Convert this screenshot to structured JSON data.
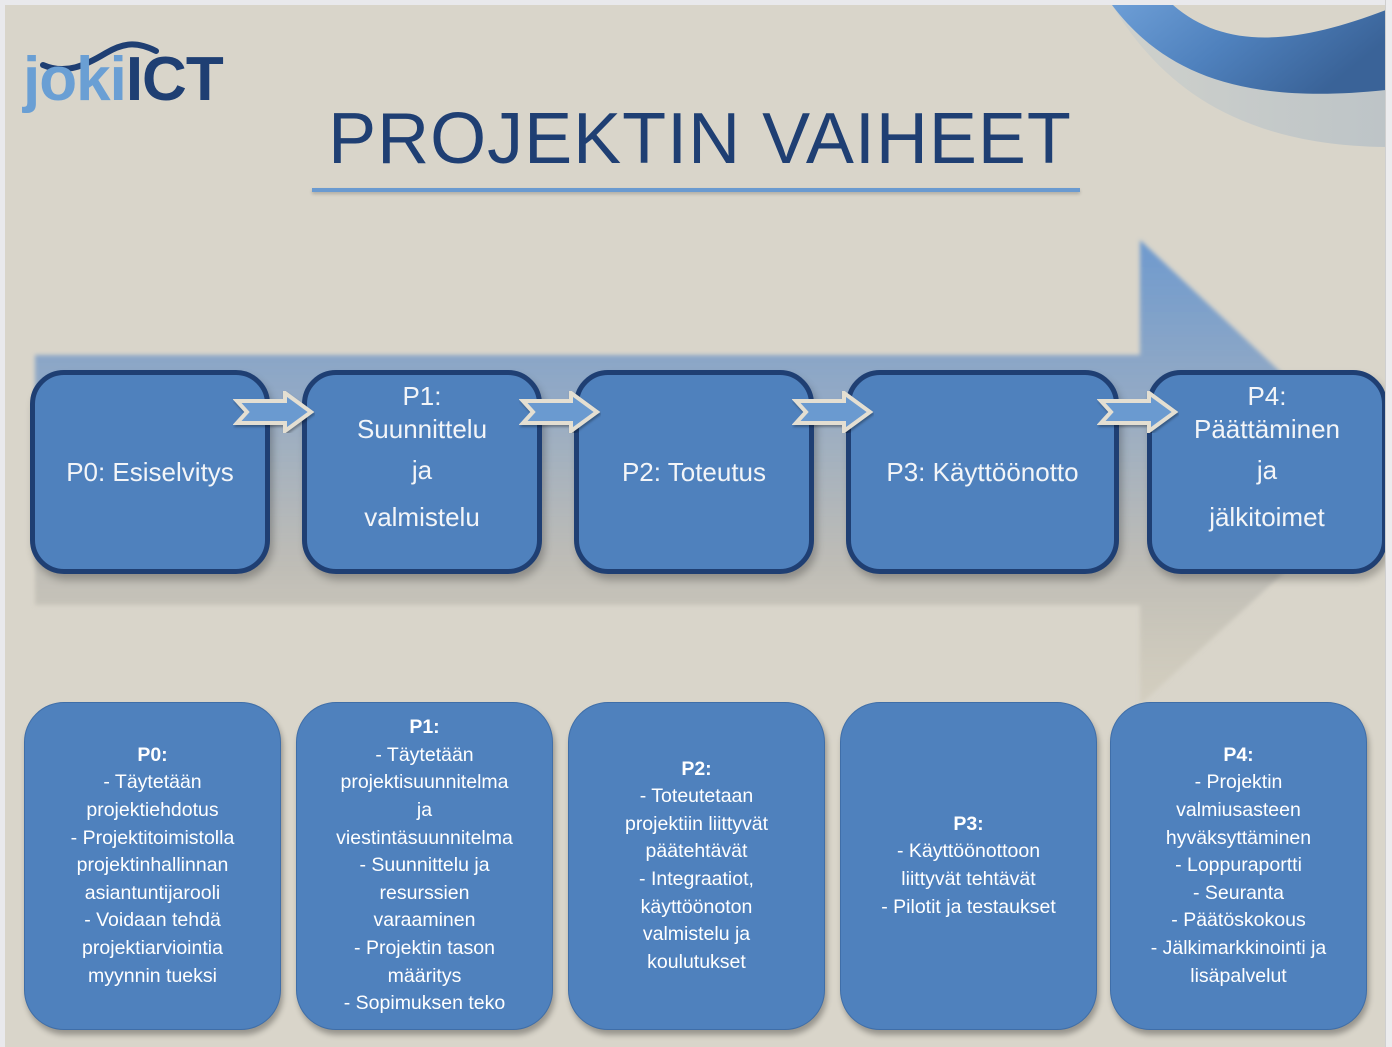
{
  "logo": {
    "part1": "joki",
    "part2": "ICT"
  },
  "title": "PROJEKTIN VAIHEET",
  "colors": {
    "background": "#d9d5ca",
    "navy": "#1f3f73",
    "box_fill": "#4f81bd",
    "accent_light": "#6a9fd4"
  },
  "phases": [
    {
      "id": "P0",
      "lines": [
        "P0: Esiselvitys"
      ]
    },
    {
      "id": "P1",
      "lines": [
        "P1:",
        "Suunnittelu",
        "ja",
        "valmistelu"
      ]
    },
    {
      "id": "P2",
      "lines": [
        "P2: Toteutus"
      ]
    },
    {
      "id": "P3",
      "lines": [
        "P3: Käyttöönotto"
      ]
    },
    {
      "id": "P4",
      "lines": [
        "P4:",
        "Päättäminen",
        "ja",
        "jälkitoimet"
      ]
    }
  ],
  "descriptions": [
    {
      "header": "P0:",
      "lines": [
        "- Täytetään",
        "projektiehdotus",
        "- Projektitoimistolla",
        "projektinhallinnan",
        "asiantuntijarooli",
        "- Voidaan tehdä",
        "projektiarviointia",
        "myynnin tueksi"
      ]
    },
    {
      "header": "P1:",
      "lines": [
        "- Täytetään",
        "projektisuunnitelma",
        "ja",
        "viestintäsuunnitelma",
        "- Suunnittelu ja",
        "resurssien",
        "varaaminen",
        "- Projektin tason",
        "määritys",
        "- Sopimuksen teko"
      ]
    },
    {
      "header": "P2:",
      "lines": [
        "- Toteutetaan",
        "projektiin liittyvät",
        "päätehtävät",
        "- Integraatiot,",
        "käyttöönoton",
        "valmistelu ja",
        "koulutukset"
      ]
    },
    {
      "header": "P3:",
      "lines": [
        "- Käyttöönottoon",
        "liittyvät tehtävät",
        "- Pilotit ja testaukset"
      ]
    },
    {
      "header": "P4:",
      "lines": [
        "- Projektin",
        "valmiusasteen",
        "hyväksyttäminen",
        "- Loppuraportti",
        "- Seuranta",
        "- Päätöskokous",
        "- Jälkimarkkinointi ja",
        "lisäpalvelut"
      ]
    }
  ]
}
